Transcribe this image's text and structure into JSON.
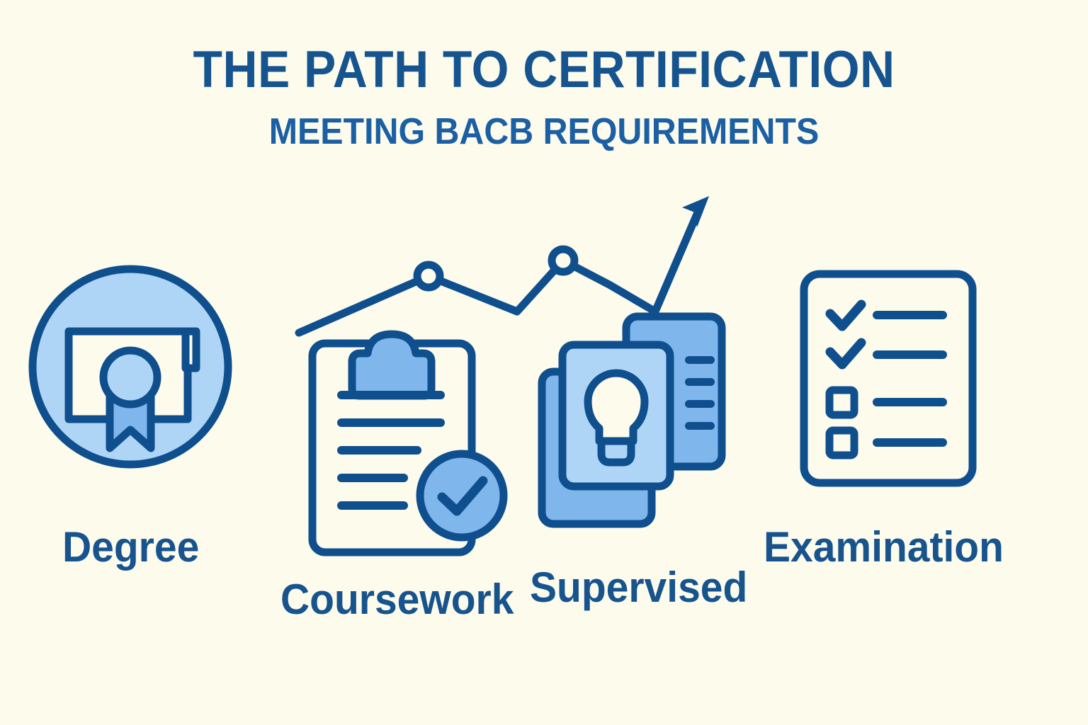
{
  "header": {
    "title": "THE PATH TO CERTIFICATION",
    "subtitle": "MEETING BACB REQUIREMENTS"
  },
  "colors": {
    "background": "#fdfbec",
    "stroke_navy": "#0f4f8d",
    "title_navy": "#15548f",
    "light_blue": "#aed5f5",
    "medium_blue": "#7fb6ec",
    "paper_cream": "#fdfbec"
  },
  "steps": [
    {
      "id": "degree",
      "label": "Degree",
      "icon": "certificate-badge-icon"
    },
    {
      "id": "coursework",
      "label": "Coursework",
      "icon": "clipboard-check-icon"
    },
    {
      "id": "supervised",
      "label": "Supervised",
      "icon": "stacked-cards-lightbulb-icon"
    },
    {
      "id": "examination",
      "label": "Examination",
      "icon": "checklist-document-icon"
    }
  ],
  "decoration": {
    "growth_arrow": "upward-trend-arrow-icon",
    "arrow_nodes": 2
  }
}
